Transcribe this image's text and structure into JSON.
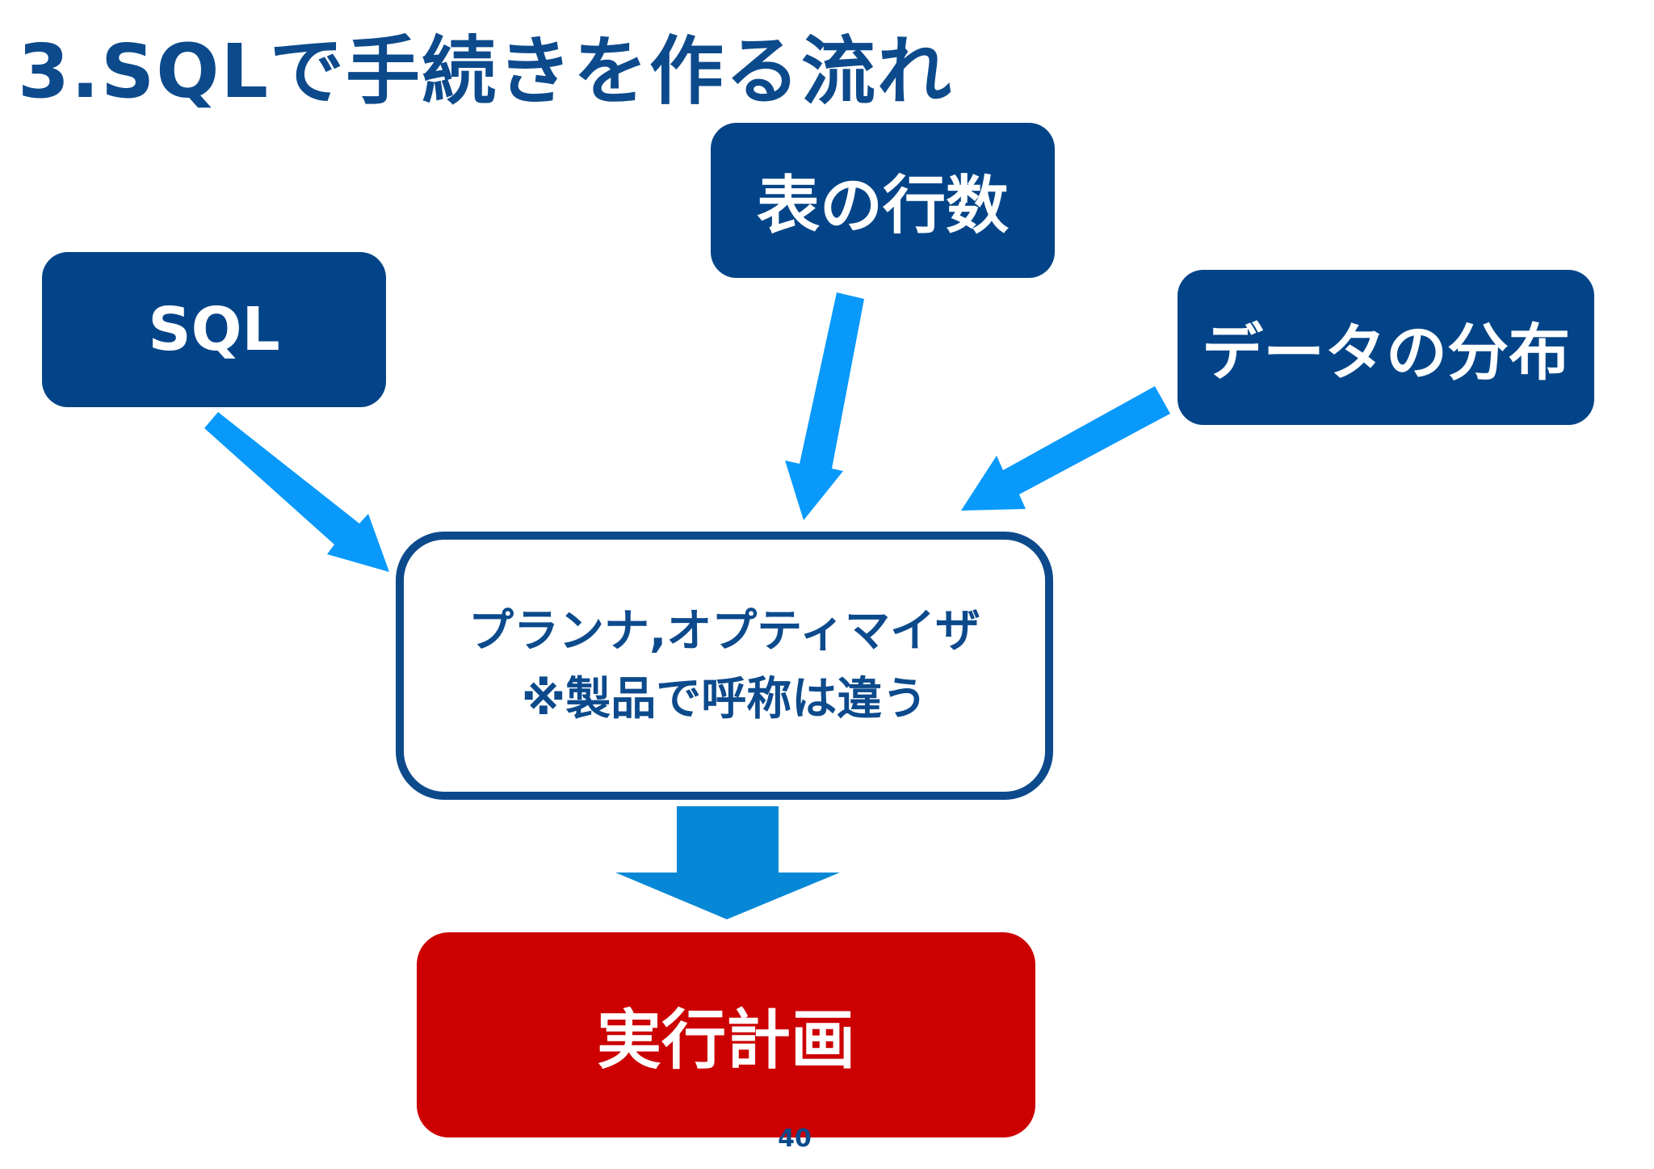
{
  "title": "3.SQLで手続きを作る流れ",
  "inputs": {
    "sql": "SQL",
    "row_count": "表の行数",
    "data_distribution": "データの分布"
  },
  "planner": {
    "line1": "プランナ,オプティマイザ",
    "line2": "※製品で呼称は違う"
  },
  "output": {
    "label": "実行計画"
  },
  "page_number": "40",
  "colors": {
    "title_navy": "#0c4a8c",
    "input_box_navy": "#034488",
    "input_arrow_blue": "#0899fb",
    "down_arrow_blue": "#0688d6",
    "output_red": "#cc0000",
    "text_white": "#ffffff"
  }
}
